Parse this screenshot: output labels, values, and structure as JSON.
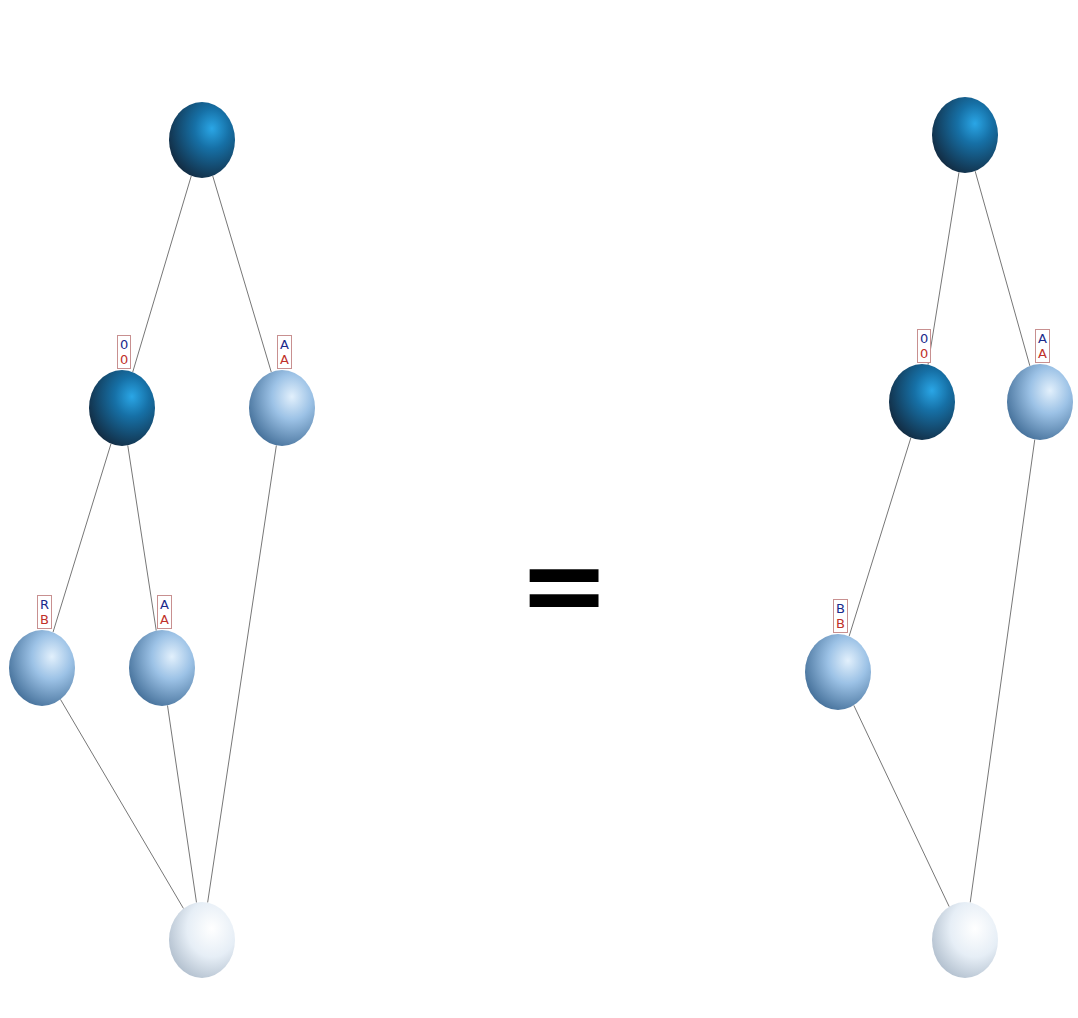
{
  "diagram": {
    "nodes": [
      {
        "text": []
      },
      {
        "text": [
          "0",
          "0"
        ]
      },
      {
        "text": [
          "A",
          "A"
        ]
      },
      {
        "text": [
          "R",
          "B"
        ]
      },
      {
        "text": [
          "A",
          "A"
        ]
      },
      {
        "text": []
      },
      {
        "text": []
      },
      {
        "text": [
          "0",
          "0"
        ]
      },
      {
        "text": [
          "A",
          "A"
        ]
      },
      {
        "text": [
          "B",
          "B"
        ]
      },
      {
        "text": []
      }
    ],
    "edges": [
      {
        "from": 0,
        "to": 1,
        "arrow": "none"
      },
      {
        "from": 0,
        "to": 2,
        "arrow": "none"
      },
      {
        "from": 1,
        "to": 3,
        "arrow": "none"
      },
      {
        "from": 1,
        "to": 4,
        "arrow": "none"
      },
      {
        "from": 3,
        "to": 5,
        "arrow": "none"
      },
      {
        "from": 4,
        "to": 5,
        "arrow": "none"
      },
      {
        "from": 2,
        "to": 5,
        "arrow": "none"
      },
      {
        "from": 6,
        "to": 7,
        "arrow": "none"
      },
      {
        "from": 6,
        "to": 8,
        "arrow": "none"
      },
      {
        "from": 7,
        "to": 9,
        "arrow": "none"
      },
      {
        "from": 9,
        "to": 10,
        "arrow": "none"
      },
      {
        "from": 8,
        "to": 10,
        "arrow": "none"
      }
    ],
    "labels": [
      "="
    ]
  }
}
